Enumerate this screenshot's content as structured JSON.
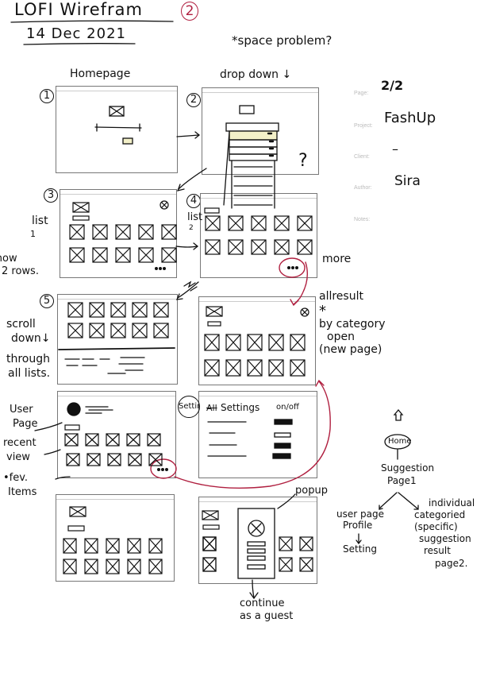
{
  "header": {
    "title": "LOFI Wirefram",
    "circle_number": "2",
    "date": "14 Dec 2021",
    "note": "*space problem?"
  },
  "columns": {
    "left": "Homepage",
    "right": "drop down ↓"
  },
  "meta": {
    "page_label": "Page:",
    "page_value": "2/2",
    "project_label": "Project:",
    "project_value": "FashUp",
    "client_label": "Client:",
    "client_value": "–",
    "author_label": "Author:",
    "author_value": "Sira",
    "notes_label": "Notes:"
  },
  "steps": [
    "1",
    "2",
    "3",
    "4",
    "5"
  ],
  "annotations": {
    "list1_a": "list",
    "list1_b": "1",
    "show_a": "show",
    "show_b": "2 rows.",
    "list2_a": "list",
    "list2_b": "2",
    "question": "?",
    "more": "more",
    "allresult": "allresult",
    "star": "*",
    "by_category": "by category",
    "open": "open",
    "new_page": "(new page)",
    "scroll": "scroll",
    "down": "down↓",
    "through": "through",
    "all_lists": "all lists.",
    "user_page_a": "User",
    "user_page_b": "Page",
    "recent_a": "recent",
    "recent_b": "view",
    "fev_a": "•fev.",
    "fev_b": "Items",
    "setting_circle": "Setting",
    "settings_title": "Settings",
    "settings_struck": "All",
    "on_off": "on/off",
    "popup": "popup",
    "continue_a": "continue",
    "continue_b": "as a guest"
  },
  "sitemap": {
    "home": "Home",
    "suggestion_a": "Suggestion",
    "suggestion_b": "Page1",
    "user_a": "user page",
    "user_b": "Profile",
    "setting": "Setting",
    "ind_a": "individual",
    "ind_b": "categoried",
    "ind_c": "(specific)",
    "ind_d": "suggestion",
    "ind_e": "result",
    "ind_f": "page2."
  },
  "colors": {
    "ink": "#111111",
    "accent": "#b02040",
    "frame": "#777777",
    "highlight": "#f3f0c8"
  }
}
